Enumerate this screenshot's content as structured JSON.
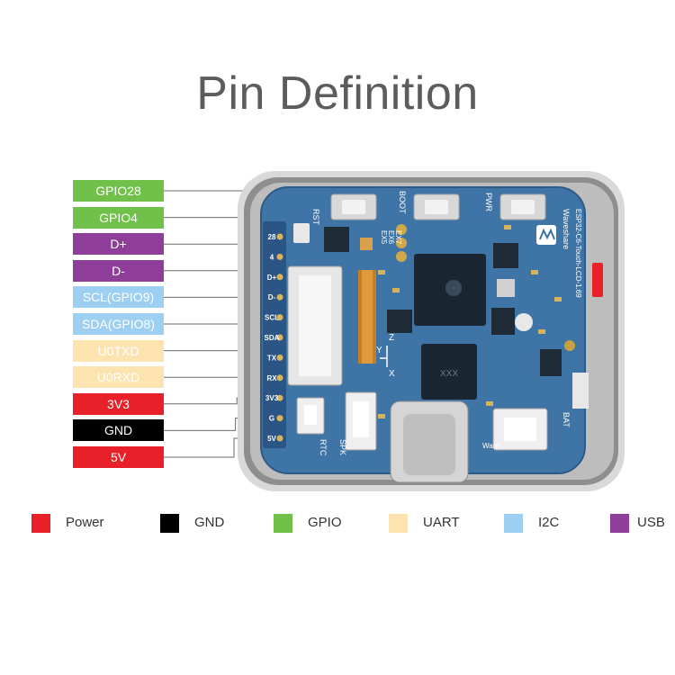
{
  "title": "Pin Definition",
  "pins": [
    {
      "label": "GPIO28",
      "bg": "#70c04a",
      "fg": "#ffffff"
    },
    {
      "label": "GPIO4",
      "bg": "#70c04a",
      "fg": "#ffffff"
    },
    {
      "label": "D+",
      "bg": "#8e3d99",
      "fg": "#ffffff"
    },
    {
      "label": "D-",
      "bg": "#8e3d99",
      "fg": "#ffffff"
    },
    {
      "label": "SCL(GPIO9)",
      "bg": "#9dcff2",
      "fg": "#ffffff"
    },
    {
      "label": "SDA(GPIO8)",
      "bg": "#9dcff2",
      "fg": "#ffffff"
    },
    {
      "label": "U0TXD",
      "bg": "#fce3b0",
      "fg": "#ffffff"
    },
    {
      "label": "U0RXD",
      "bg": "#fce3b0",
      "fg": "#ffffff"
    },
    {
      "label": "3V3",
      "bg": "#e8202a",
      "fg": "#ffffff"
    },
    {
      "label": "GND",
      "bg": "#000000",
      "fg": "#ffffff"
    },
    {
      "label": "5V",
      "bg": "#e8202a",
      "fg": "#ffffff"
    }
  ],
  "header_pins": [
    "28",
    "4",
    "D+",
    "D-",
    "SCL",
    "SDA",
    "TX",
    "RX",
    "3V3",
    "G",
    "5V"
  ],
  "legend": [
    {
      "label": "Power",
      "color": "#e8202a"
    },
    {
      "label": "GND",
      "color": "#000000"
    },
    {
      "label": "GPIO",
      "color": "#70c04a"
    },
    {
      "label": "UART",
      "color": "#fce3b0"
    },
    {
      "label": "I2C",
      "color": "#9dcff2"
    },
    {
      "label": "USB",
      "color": "#8e3d99"
    }
  ],
  "board": {
    "model": "ESP32-C6-Touch-LCD-1.69",
    "brand": "Waveshare",
    "buttons": [
      "RST",
      "BOOT",
      "PWR"
    ],
    "expansion": [
      "EX5",
      "EX6",
      "EX7"
    ],
    "connectors": [
      "RTC",
      "SPK",
      "BAT",
      "Warn"
    ],
    "axis": [
      "Y",
      "Z",
      "X"
    ],
    "chip_text": "XXX",
    "colors": {
      "pcb": "#3f74a6",
      "pcb_dark": "#2d5a86",
      "case": "#9a9a9a"
    }
  }
}
